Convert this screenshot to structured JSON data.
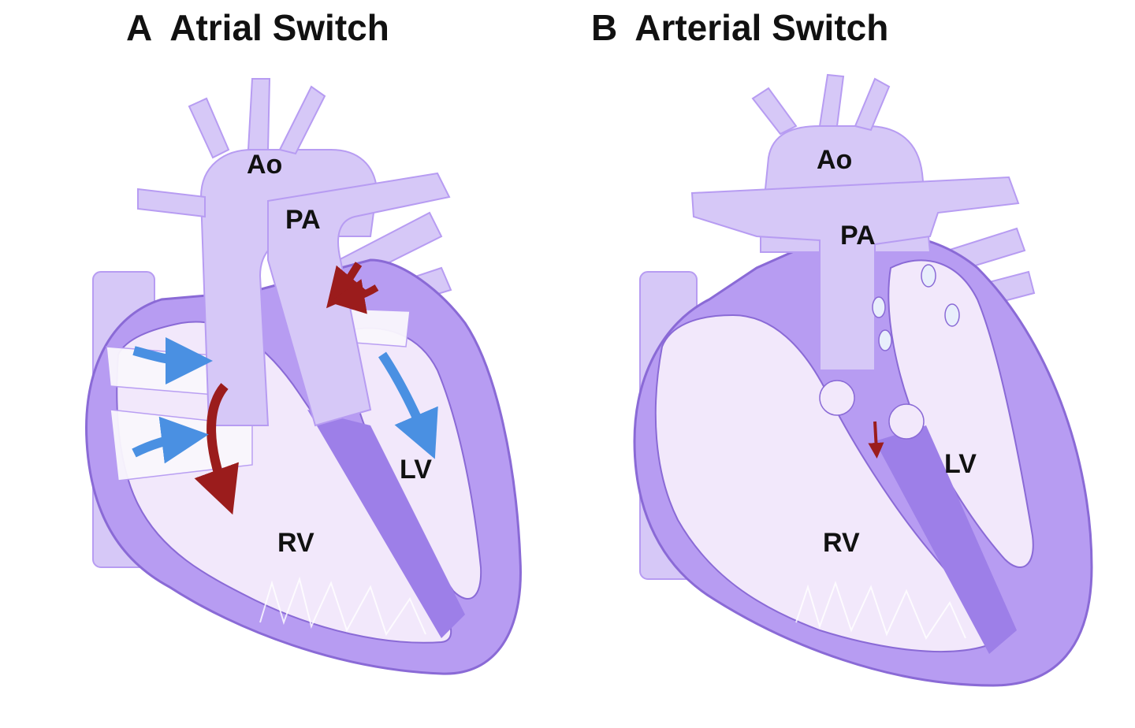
{
  "panels": [
    {
      "letter": "A",
      "title": "Atrial Switch",
      "labels": {
        "ao": "Ao",
        "pa": "PA",
        "lv": "LV",
        "rv": "RV"
      }
    },
    {
      "letter": "B",
      "title": "Arterial Switch",
      "labels": {
        "ao": "Ao",
        "pa": "PA",
        "lv": "LV",
        "rv": "RV"
      }
    }
  ],
  "colors": {
    "wall": "#b79cf2",
    "wall_dark": "#9d7fe8",
    "vessel": "#d6c8f7",
    "chamber": "#f2e8fb",
    "outline": "#8a6ad6",
    "baffle": "#faf7fd",
    "arrow_red": "#9b1c1c",
    "arrow_blue": "#4a90e2"
  }
}
